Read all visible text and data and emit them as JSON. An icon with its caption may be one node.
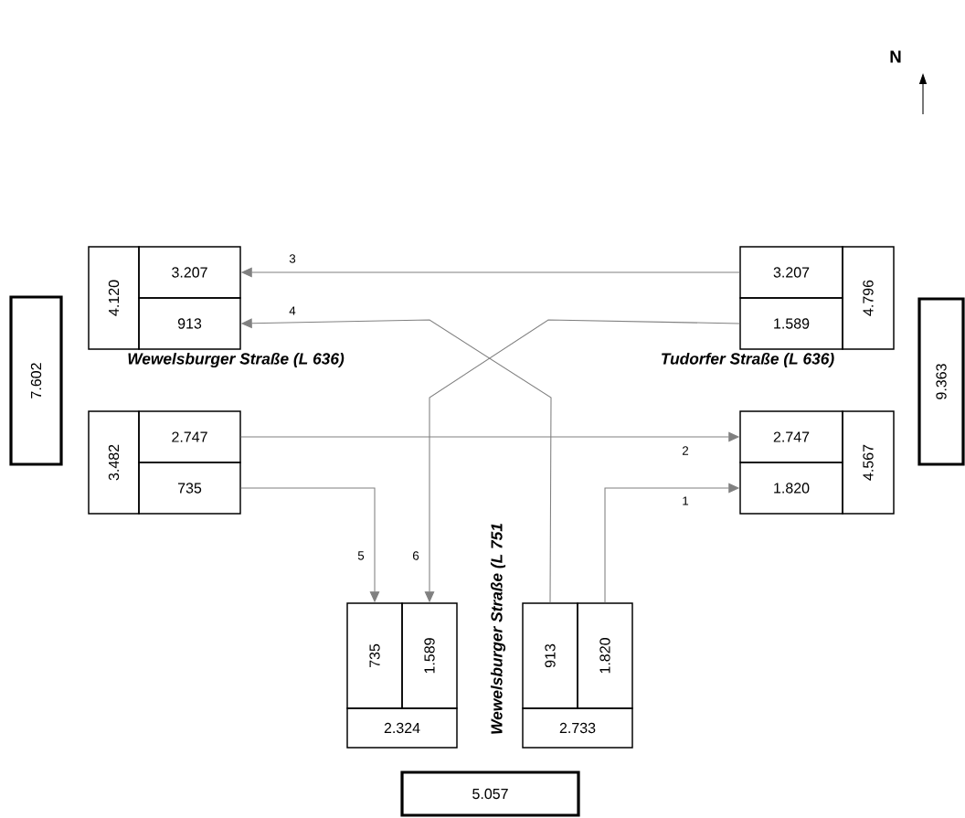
{
  "diagram": {
    "nodes": [
      {
        "text": [
          "4.120"
        ]
      },
      {
        "text": [
          "3.207"
        ]
      },
      {
        "text": [
          "913"
        ]
      },
      {
        "text": [
          "3.207"
        ]
      },
      {
        "text": [
          "1.589"
        ]
      },
      {
        "text": [
          "4.796"
        ]
      },
      {
        "text": [
          "7.602"
        ]
      },
      {
        "text": [
          "9.363"
        ]
      },
      {
        "text": [
          "3.482"
        ]
      },
      {
        "text": [
          "2.747"
        ]
      },
      {
        "text": [
          "735"
        ]
      },
      {
        "text": [
          "2.747"
        ]
      },
      {
        "text": [
          "1.820"
        ]
      },
      {
        "text": [
          "4.567"
        ]
      },
      {
        "text": [
          "735"
        ]
      },
      {
        "text": [
          "1.589"
        ]
      },
      {
        "text": [
          "913"
        ]
      },
      {
        "text": [
          "1.820"
        ]
      },
      {
        "text": [
          "2.324"
        ]
      },
      {
        "text": [
          "2.733"
        ]
      },
      {
        "text": [
          "5.057"
        ]
      }
    ],
    "edges": [
      {
        "from": 17,
        "to": 12,
        "arrow": "to",
        "label": "1"
      },
      {
        "from": 9,
        "to": 11,
        "arrow": "to",
        "label": "2"
      },
      {
        "from": 3,
        "to": 1,
        "arrow": "to",
        "label": "3"
      },
      {
        "from": 16,
        "to": 2,
        "arrow": "to",
        "label": "4"
      },
      {
        "from": 10,
        "to": 14,
        "arrow": "to",
        "label": "5"
      },
      {
        "from": 4,
        "to": 15,
        "arrow": "to",
        "label": "6"
      }
    ],
    "labels": [
      "N",
      "Wewelsburger Straße (L 636)",
      "Tudorfer Straße (L 636)",
      "Wewelsburger Straße (L 751"
    ]
  }
}
